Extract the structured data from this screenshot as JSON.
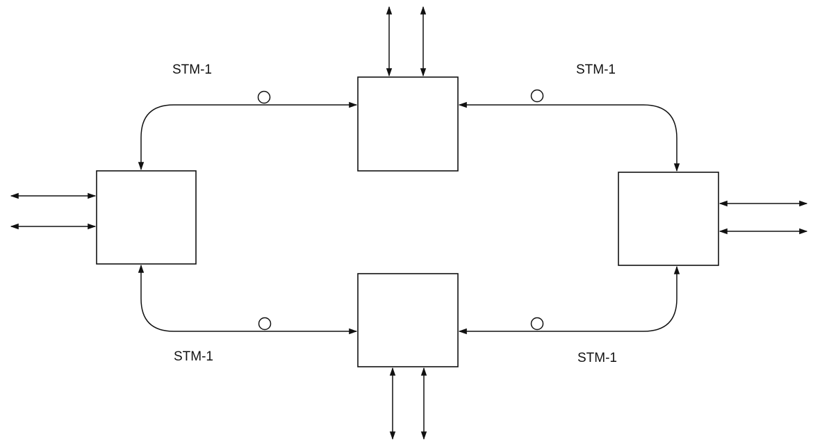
{
  "diagram": {
    "link_labels": {
      "top_left": "STM-1",
      "top_right": "STM-1",
      "bottom_left": "STM-1",
      "bottom_right": "STM-1"
    },
    "colors": {
      "stroke": "#111111",
      "background": "#ffffff"
    },
    "nodes": [
      "left-node",
      "top-node",
      "right-node",
      "bottom-node"
    ],
    "tributaries_per_node": 2
  }
}
